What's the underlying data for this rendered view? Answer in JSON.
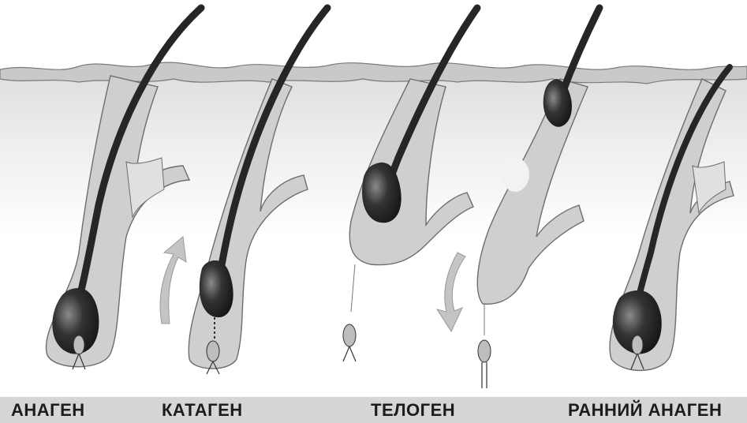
{
  "stages": [
    {
      "label": "АНАГЕН"
    },
    {
      "label": "КАТАГЕН"
    },
    {
      "label": "ТЕЛОГЕН"
    },
    {
      "label": "РАННИЙ АНАГЕН"
    }
  ],
  "colors": {
    "hair": "#262626",
    "follicle_sheath": "#cdcdcd",
    "skin_gradient_top": "#e2e2e2",
    "label_bar": "#d6d6d6",
    "arrow": "#c4c4c4"
  },
  "icons": [
    "arrow-up-icon",
    "arrow-down-icon"
  ]
}
